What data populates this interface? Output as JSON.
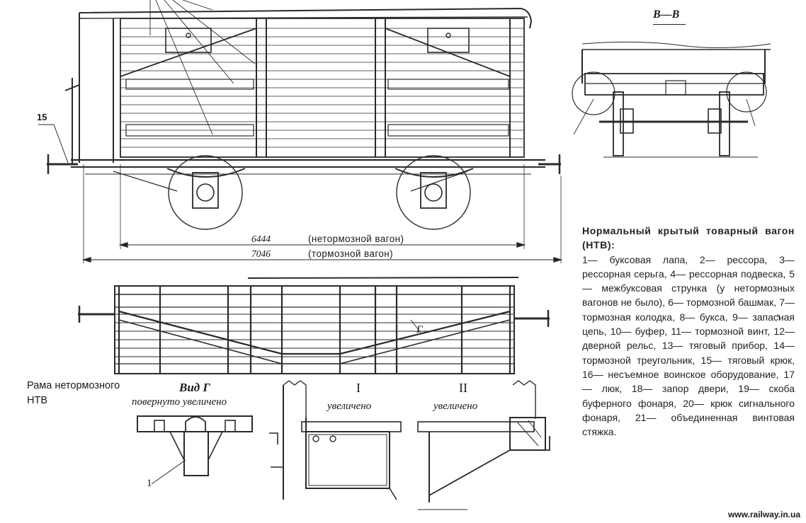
{
  "section_label": "В—В",
  "dimensions": [
    {
      "value": "6444",
      "note": "(нетормозной вагон)"
    },
    {
      "value": "7046",
      "note": "(тормозной вагон)"
    }
  ],
  "callout_15": "15",
  "frame_caption": [
    "Рама нетормозного",
    "НТВ"
  ],
  "view_g": {
    "title": "Вид Г",
    "subtitle": "повернуто увеличено",
    "callout": "1",
    "marker": "Г"
  },
  "detail_I": {
    "numeral": "I",
    "subtitle": "увеличено"
  },
  "detail_II": {
    "numeral": "II",
    "subtitle": "увеличено"
  },
  "legend": {
    "title": "Нормальный крытый товарный вагон (НТВ):",
    "text": "1— буксовая лапа, 2— рессора, 3— рессорная серьга, 4— рессорная подвеска, 5— межбуксовая струнка (у нетормозных вагонов не было), 6— тормозной башмак, 7— тормозная колодка, 8— букса, 9— запасная цепь, 10— буфер, 11— тормозной винт, 12— дверной рельс, 13— тяговый прибор, 14— тормозной треугольник, 15— тяговый крюк, 16— несъемное воинское оборудование, 17— люк, 18— запор двери, 19— скоба буферного фонаря, 20— крюк сигнального фонаря, 21— объединенная винтовая стяжка."
  },
  "credit": "www.railway.in.ua"
}
